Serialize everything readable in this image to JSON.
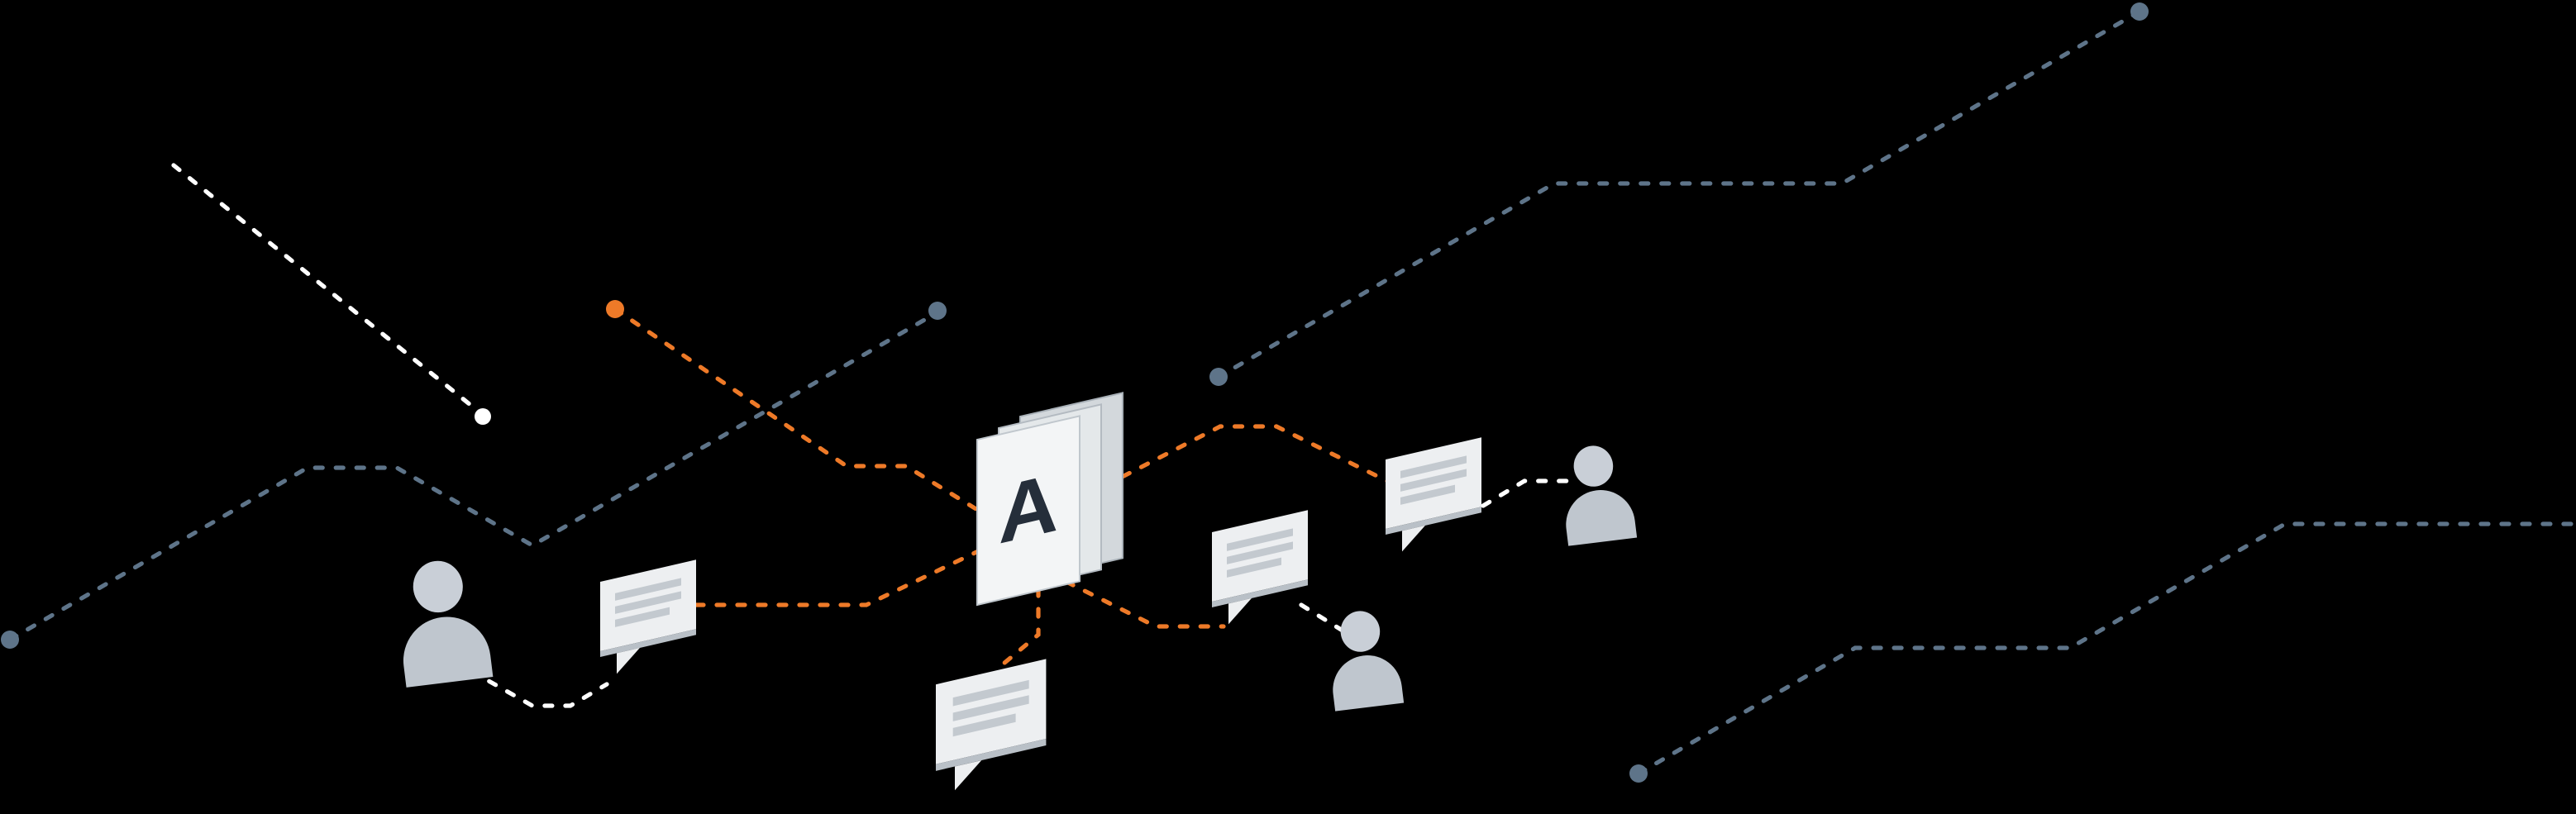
{
  "illustration": {
    "title": "Isometric document sharing network illustration",
    "document_stack": {
      "letter": "A"
    },
    "colors": {
      "background": "#000000",
      "white_line": "#ffffff",
      "white_dot": "#ffffff",
      "orange_line": "#ee7a28",
      "orange_dot": "#ee7a28",
      "slate_line": "#5e7489",
      "slate_dot": "#5e7489",
      "page_fill": "#f3f5f6",
      "page_edge": "#c0c7cd",
      "letter_color": "#252e3a",
      "bubble_fill": "#edeff1",
      "bubble_stripe": "#c3c9cf",
      "bubble_shade": "#b9c0c7",
      "person_fill": "#c4cbd3"
    },
    "nodes": [
      {
        "id": "document-stack",
        "type": "document-stack-icon",
        "label": "A"
      },
      {
        "id": "person-left",
        "type": "person-icon"
      },
      {
        "id": "person-center",
        "type": "person-icon"
      },
      {
        "id": "person-right",
        "type": "person-icon"
      },
      {
        "id": "speech-bubble-left",
        "type": "message-bubble-icon"
      },
      {
        "id": "speech-bubble-bottom",
        "type": "message-bubble-icon"
      },
      {
        "id": "speech-bubble-center",
        "type": "message-bubble-icon"
      },
      {
        "id": "speech-bubble-right",
        "type": "message-bubble-icon"
      }
    ],
    "connectors": [
      {
        "id": "white-diagonal-top-left",
        "color": "white",
        "endpoint_dot": true
      },
      {
        "id": "person-left-to-bubble-left",
        "color": "white",
        "endpoint_dot": false
      },
      {
        "id": "bubble-right-to-person-right",
        "color": "white",
        "endpoint_dot": false
      },
      {
        "id": "bubble-center-to-person-center",
        "color": "white",
        "endpoint_dot": false
      },
      {
        "id": "orange-dot-to-document",
        "color": "orange",
        "endpoint_dot": true
      },
      {
        "id": "document-to-bubble-right",
        "color": "orange",
        "endpoint_dot": false
      },
      {
        "id": "bubble-left-to-document",
        "color": "orange",
        "endpoint_dot": false
      },
      {
        "id": "document-to-bubble-bottom",
        "color": "orange",
        "endpoint_dot": false
      },
      {
        "id": "document-to-bubble-center",
        "color": "orange",
        "endpoint_dot": false
      },
      {
        "id": "slate-zigzag-left",
        "color": "slate",
        "endpoint_dot": true
      },
      {
        "id": "slate-zigzag-top-right",
        "color": "slate",
        "endpoint_dot": true
      },
      {
        "id": "slate-zigzag-bottom-right",
        "color": "slate",
        "endpoint_dot": true
      }
    ]
  }
}
